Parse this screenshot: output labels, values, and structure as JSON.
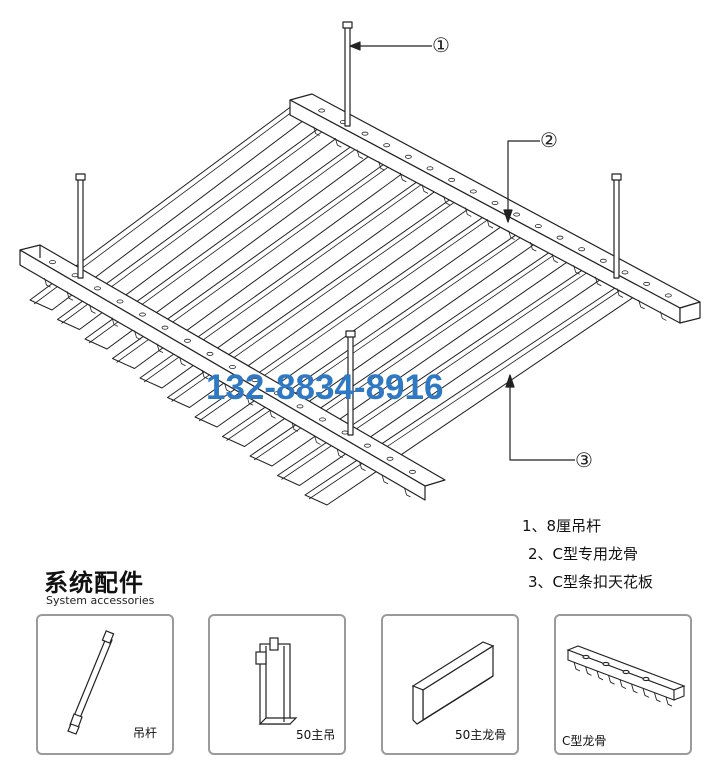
{
  "diagram": {
    "callouts": [
      {
        "id": "1",
        "label": "①"
      },
      {
        "id": "2",
        "label": "②"
      },
      {
        "id": "3",
        "label": "③"
      }
    ],
    "phone": "132-8834-8916"
  },
  "legend": [
    "1、8厘吊杆",
    "2、C型专用龙骨",
    "3、C型条扣天花板"
  ],
  "accessories": {
    "title": "系统配件",
    "subtitle": "System accessories",
    "items": [
      {
        "label": "吊杆"
      },
      {
        "label": "50主吊"
      },
      {
        "label": "50主龙骨"
      },
      {
        "label": "C型龙骨"
      }
    ]
  },
  "colors": {
    "phone": "#2f78c4",
    "line": "#222222",
    "card_border": "#9a9a9a"
  }
}
